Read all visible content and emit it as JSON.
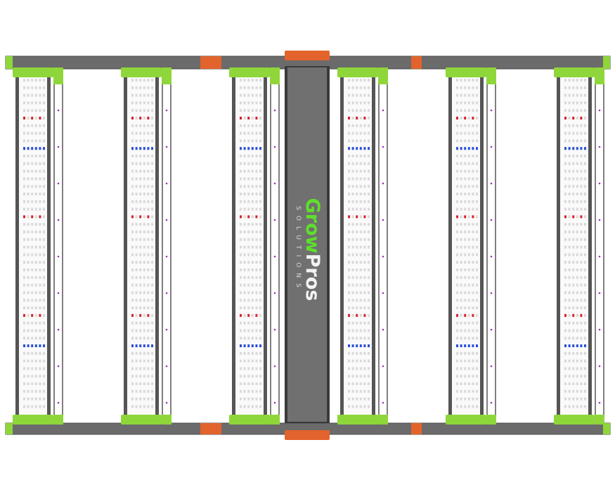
{
  "product": {
    "logo_text_green": "Grow",
    "logo_text_white": "Pros",
    "logo_subtitle": "SOLUTIONS",
    "light_bar_count": 6
  },
  "colors": {
    "frame": "#6b6b6b",
    "accent_green": "#8fd63a",
    "accent_orange": "#e2632c",
    "center_panel": "#707070",
    "led_white": "#d9d9d9",
    "led_red": "#d8222a",
    "led_blue": "#2a4fd8",
    "led_purple": "#a030c0"
  }
}
